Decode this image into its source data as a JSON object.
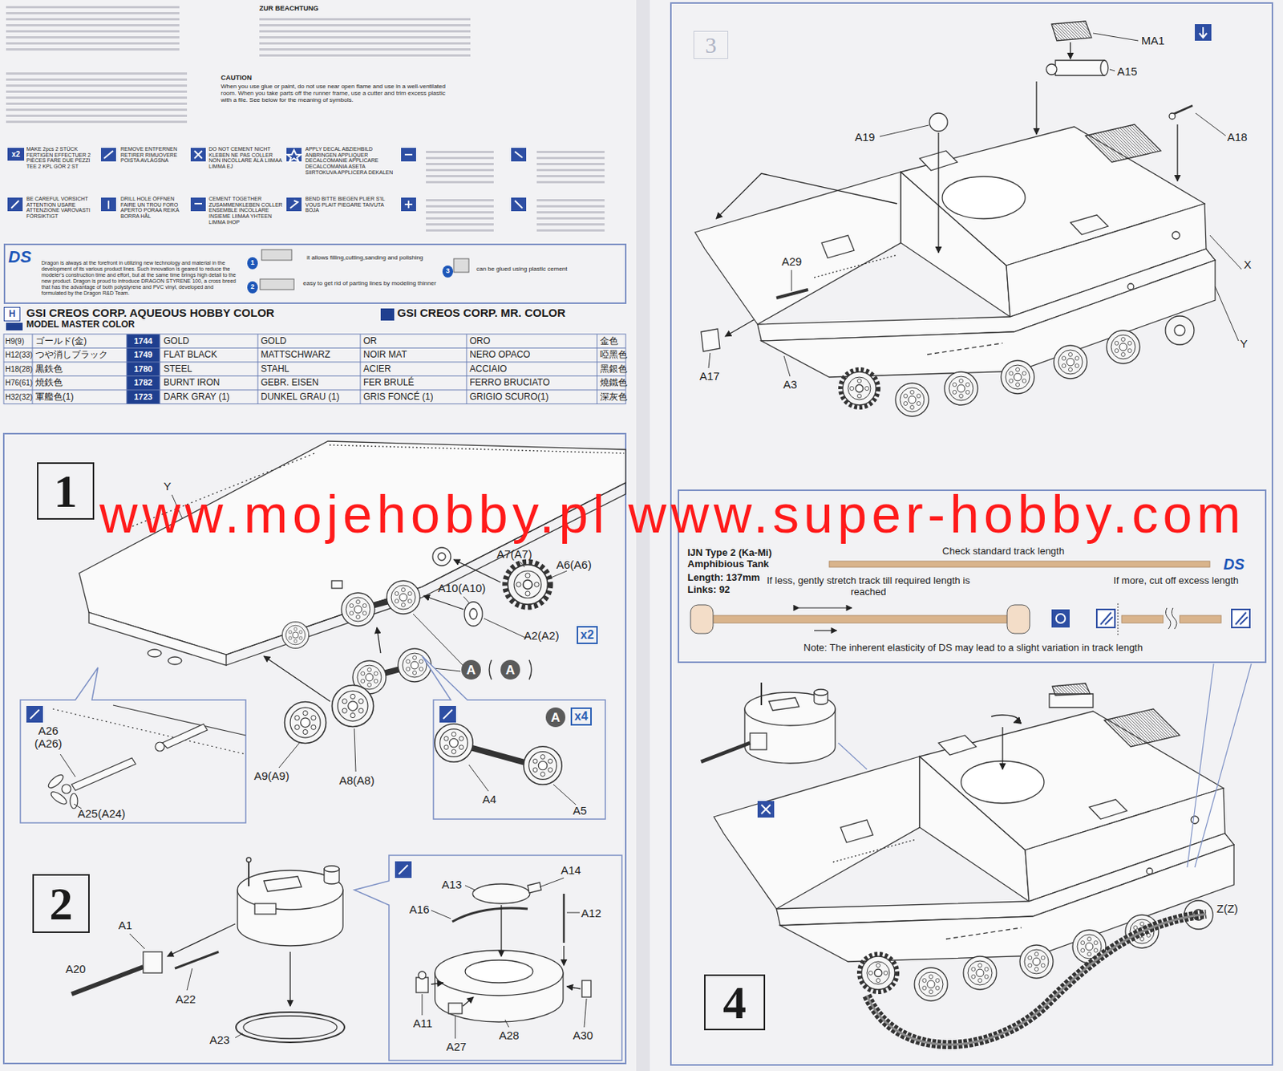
{
  "diagram": {
    "nodes": [
      {
        "text": [
          "x2"
        ]
      },
      {
        "text": [
          "DS",
          "Dragon is always at the forefront in utilizing new technology and material in the development of its various product lines. Such innovation is geared to reduce the modeler's construction time and effort, but at the same time brings high detail to the new product. Dragon is proud to introduce DRAGON STYRENE 100, a cross breed that has the advantage of both polystyrene and PVC vinyl, developed and formulated by the Dragon R&D Team.",
          "it allows filling,cutting,sanding and polishing",
          "easy to get rid of parting lines by modeling thinner",
          "can be glued using plastic cement"
        ]
      },
      {
        "text": [
          "1"
        ],
        "in": 1
      },
      {
        "text": [
          "2"
        ],
        "in": 1
      },
      {
        "text": [
          "3"
        ],
        "in": 1
      },
      {
        "text": [
          "H"
        ]
      },
      {
        "text": [
          "1"
        ]
      },
      {
        "text": [
          "x2"
        ]
      },
      {
        "text": [
          "A"
        ]
      },
      {
        "text": [
          "A"
        ]
      },
      {
        "text": [
          "A"
        ]
      },
      {
        "text": [
          "x4"
        ]
      },
      {
        "text": [
          "2"
        ]
      },
      {
        "text": [
          "3"
        ]
      },
      {
        "text": [
          "IJN Type 2 (Ka-Mi) Amphibious Tank",
          "Length: 137mm",
          "Links: 92",
          "Check standard track length",
          "If less, gently stretch track till required length is reached",
          "If more, cut off excess length",
          "Note: The inherent elasticity of DS may lead to a slight variation in track length",
          "DS"
        ]
      },
      {
        "text": [
          "4"
        ]
      }
    ],
    "labels": [
      "ZUR BEACHTUNG",
      "CAUTION",
      "When you use glue or paint, do not use near open flame and use in a well-ventilated room. When you take parts off the runner frame, use a cutter and trim excess plastic with a file. See below for the meaning of symbols.",
      "MAKE 2pcs 2 STÜCK FERTIGEN EFFECTUER 2 PIÈCES FARE DUE PEZZI TEE 2 KPL GÖR 2 ST",
      "REMOVE ENTFERNEN RETIRER RIMUOVERE POISTA AVLÄGSNA",
      "DO NOT CEMENT NICHT KLEBEN NE PAS COLLER NON INCOLLARE ÄLÄ LIIMAA LIMMA EJ",
      "APPLY DECAL ABZIEHBILD ANBRINGEN APPLIQUER DECALCOMANIE APPLICARE DECALCOMANIA ASETA SIIRTOKUVA APPLICERA DEKALEN",
      "BE CAREFUL VORSICHT ATTENTION USARE ATTENZIONE VAROVASTI FÖRSIKTIGT",
      "DRILL HOLE ÖFFNEN FAIRE UN TROU FORO APERTO PORAA REIKÄ BORRA HÅL",
      "CEMENT TOGETHER ZUSAMMENKLEBEN COLLER ENSEMBLE INCOLLARE INSIEME LIIMAA YHTEEN LIMMA IHOP",
      "BEND BITTE BIEGEN PLIER S'IL VOUS PLAIT PIEGARE TAIVUTA BÖJA",
      "GSI CREOS CORP. AQUEOUS HOBBY COLOR",
      "GSI CREOS CORP. MR. COLOR",
      "MODEL MASTER COLOR",
      "H9(9)",
      "ゴールド(金)",
      "1744",
      "GOLD",
      "GOLD",
      "OR",
      "ORO",
      "金色",
      "H12(33)",
      "つや消しブラック",
      "1749",
      "FLAT BLACK",
      "MATTSCHWARZ",
      "NOIR MAT",
      "NERO OPACO",
      "啞黑色",
      "H18(28)",
      "黒鉄色",
      "1780",
      "STEEL",
      "STAHL",
      "ACIER",
      "ACCIAIO",
      "黑銀色",
      "H76(61)",
      "焼鉄色",
      "1782",
      "BURNT IRON",
      "GEBR. EISEN",
      "FER BRULÉ",
      "FERRO BRUCIATO",
      "燒鐵色",
      "H32(32)",
      "軍艦色(1)",
      "1723",
      "DARK GRAY (1)",
      "DUNKEL GRAU (1)",
      "GRIS FONCÉ (1)",
      "GRIGIO SCURO(1)",
      "深灰色",
      "Y",
      "A7(A7)",
      "A6(A6)",
      "A10(A10)",
      "A2(A2)",
      "A9(A9)",
      "A8(A8)",
      "A26 (A26)",
      "A25(A24)",
      "A4",
      "A5",
      "A1",
      "A20",
      "A22",
      "A23",
      "A13",
      "A14",
      "A16",
      "A12",
      "A11",
      "A27",
      "A28",
      "A30",
      "MA1",
      "A15",
      "A19",
      "A18",
      "A29",
      "X",
      "Y",
      "A17",
      "A3",
      "Z(Z)",
      "www.mojehobby.pl www.super-hobby.com"
    ]
  }
}
